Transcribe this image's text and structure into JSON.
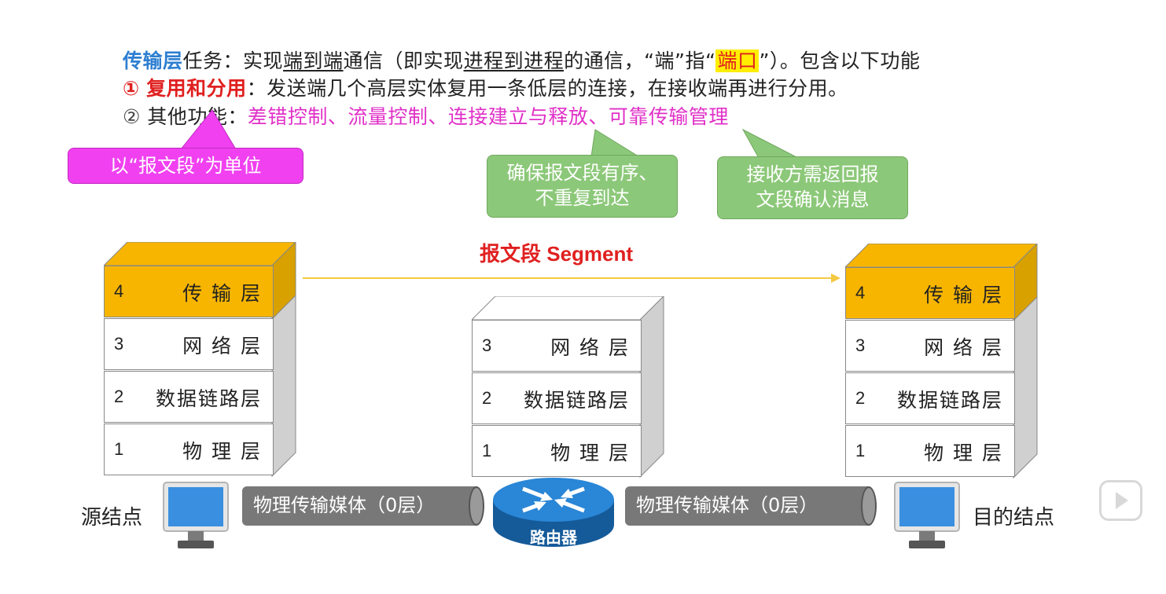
{
  "text": {
    "line1": {
      "transport": "传输层",
      "t1": "任务：实现",
      "e2e": "端到端",
      "t2": "通信（即实现",
      "p2p": "进程到进程",
      "t3": "的通信，“端”指“",
      "port": "端口",
      "t4": "”）。包含以下功能"
    },
    "line2": {
      "num": "①",
      "kw": "复用和分用",
      "rest": "：发送端几个高层实体复用一条低层的连接，在接收端再进行分用。"
    },
    "line3": {
      "num": "②",
      "lead": "其他功能：",
      "items": "差错控制、流量控制、连接建立与释放、可靠传输管理"
    }
  },
  "callouts": {
    "unit": "以“报文段”为单位",
    "order_l1": "确保报文段有序、",
    "order_l2": "不重复到达",
    "ack_l1": "接收方需返回报",
    "ack_l2": "文段确认消息"
  },
  "segment_label": "报文段 Segment",
  "stacks": {
    "source": [
      {
        "n": "4",
        "name": "传 输 层"
      },
      {
        "n": "3",
        "name": "网 络 层"
      },
      {
        "n": "2",
        "name": "数据链路层"
      },
      {
        "n": "1",
        "name": "物 理 层"
      }
    ],
    "router": [
      {
        "n": "3",
        "name": "网 络 层"
      },
      {
        "n": "2",
        "name": "数据链路层"
      },
      {
        "n": "1",
        "name": "物 理 层"
      }
    ],
    "dest": [
      {
        "n": "4",
        "name": "传 输 层"
      },
      {
        "n": "3",
        "name": "网 络 层"
      },
      {
        "n": "2",
        "name": "数据链路层"
      },
      {
        "n": "1",
        "name": "物 理 层"
      }
    ]
  },
  "bottom": {
    "source_node": "源结点",
    "dest_node": "目的结点",
    "medium_left": "物理传输媒体（0层）",
    "medium_right": "物理传输媒体（0层）",
    "router": "路由器"
  },
  "colors": {
    "transport_layer": "#f7b500",
    "segment_arrow": "#f5c842",
    "callout_pink": "#f040f0",
    "callout_green": "#8cc879",
    "router_blue": "#1f6fb8"
  }
}
